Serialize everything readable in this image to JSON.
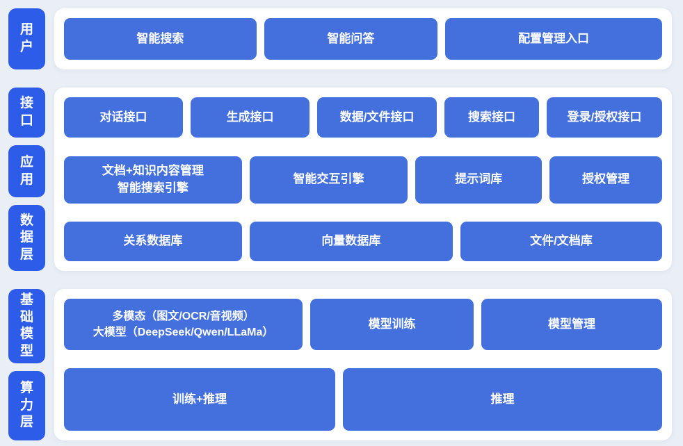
{
  "colors": {
    "page_background": "#eaeff6",
    "panel_background": "#ffffff",
    "button_blue": "#4470dd",
    "layer_label_blue": "#2d5de8",
    "text_white": "#ffffff"
  },
  "sections": {
    "top": {
      "layer_label": "用户",
      "buttons": {
        "search": "智能搜索",
        "qa": "智能问答",
        "config": "配置管理入口"
      }
    },
    "middle": {
      "layer_labels": {
        "interface": "接口",
        "application": "应用",
        "data": "数据层"
      },
      "interface_row": {
        "dialog": "对话接口",
        "generation": "生成接口",
        "data_file": "数据/文件接口",
        "search": "搜索接口",
        "login_auth": "登录/授权接口"
      },
      "application_row": {
        "doc_knowledge": "文档+知识内容管理\n智能搜索引擎",
        "interaction_engine": "智能交互引擎",
        "prompt_library": "提示词库",
        "auth_management": "授权管理"
      },
      "data_row": {
        "relational_db": "关系数据库",
        "vector_db": "向量数据库",
        "file_doc_library": "文件/文档库"
      }
    },
    "bottom": {
      "layer_labels": {
        "foundation_model": "基础模型",
        "compute": "算力层"
      },
      "model_row": {
        "multimodal_llm": "多模态（图文/OCR/音视频）\n大模型（DeepSeek/Qwen/LLaMa）",
        "model_training": "模型训练",
        "model_management": "模型管理"
      },
      "compute_row": {
        "training_inference": "训练+推理",
        "inference": "推理"
      }
    }
  }
}
